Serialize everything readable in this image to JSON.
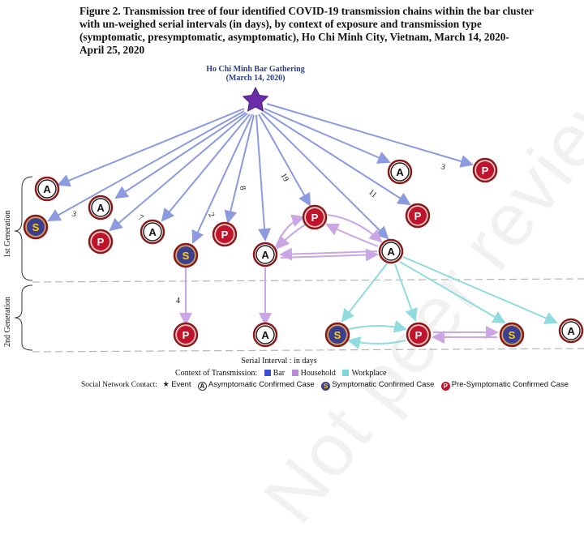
{
  "caption": "Figure 2.  Transmission tree of four identified COVID-19 transmission chains within the bar cluster with un-weighed serial intervals (in days), by context of exposure and transmission type (symptomatic, presymptomatic, asymptomatic), Ho Chi Minh City, Vietnam, March 14, 2020-April 25, 2020",
  "event": {
    "title": "Ho Chi Minh Bar Gathering",
    "date": "(March 14, 2020)"
  },
  "generations": {
    "first": "1st Generation",
    "second": "2nd Generation"
  },
  "serial_interval_axis": "Serial Interval : in days",
  "interval_labels": [
    "3",
    "7",
    "2",
    "8",
    "19",
    "11",
    "3",
    "4"
  ],
  "node_letters": {
    "asymptomatic": "A",
    "symptomatic": "S",
    "presymptomatic": "P"
  },
  "legend": {
    "context_title": "Context of Transmission:",
    "contexts": [
      {
        "label": "Bar",
        "color": "#3b4fd4"
      },
      {
        "label": "Household",
        "color": "#b98ad6"
      },
      {
        "label": "Workplace",
        "color": "#7fd6dc"
      }
    ],
    "network_title": "Social Network Contact:",
    "items": [
      {
        "label": "Event",
        "icon": "star-icon"
      },
      {
        "label": "Asymptomatic Confirmed Case",
        "icon": "A"
      },
      {
        "label": "Symptomatic Confirmed Case",
        "icon": "S"
      },
      {
        "label": "Pre-Symptomatic Confirmed Case",
        "icon": "P"
      }
    ]
  },
  "watermark": "Not peer reviewed",
  "colors": {
    "bar_edge": "#8c9ae0",
    "household_edge": "#caa6e4",
    "workplace_edge": "#8fdbe0",
    "star": "#6a2fa8",
    "symptomatic": "#3c3f8f",
    "presymptomatic": "#c0142c",
    "ring": "#8a1a1a"
  }
}
